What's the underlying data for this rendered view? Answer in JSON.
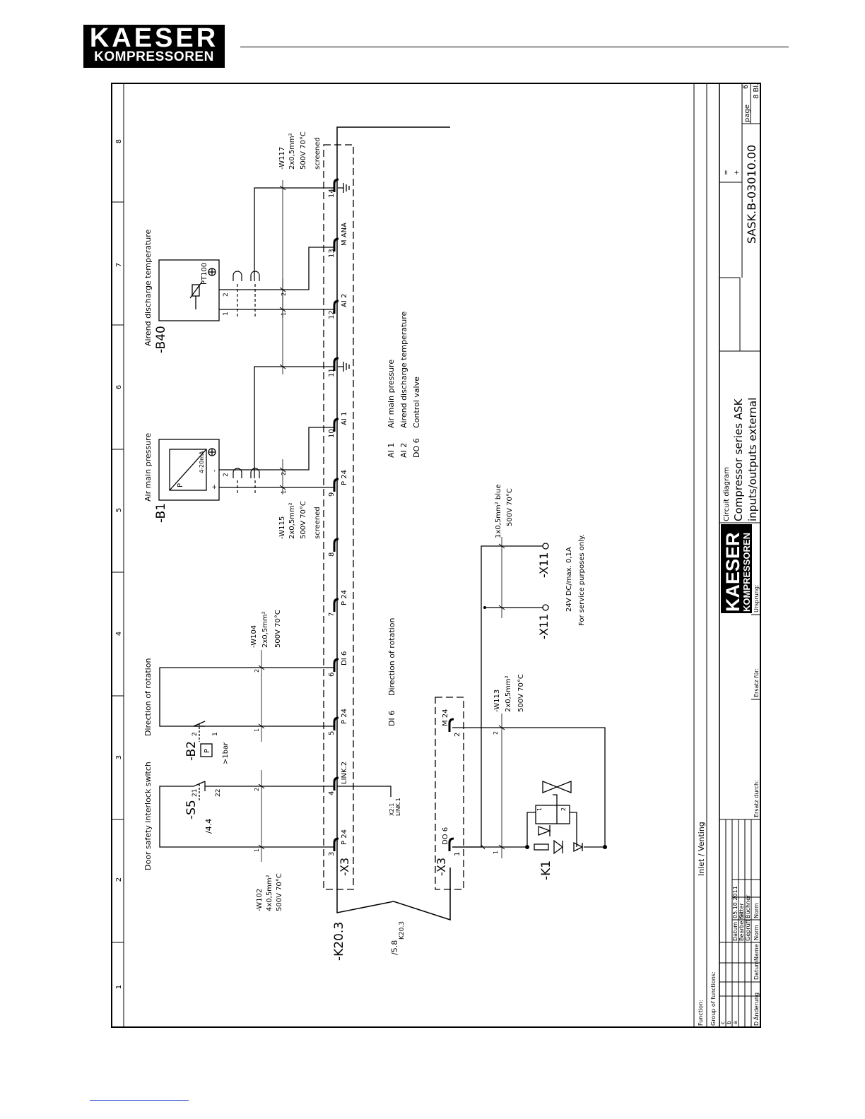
{
  "header": {
    "logo_line1": "KAESER",
    "logo_line2": "KOMPRESSOREN"
  },
  "frame": {
    "columns": [
      "1",
      "2",
      "3",
      "4",
      "5",
      "6",
      "7",
      "8"
    ]
  },
  "devices": {
    "door_switch": {
      "title": "Door safety interlock switch",
      "tag": "-S5",
      "ref": "/4.4",
      "c21": "21",
      "c22": "22"
    },
    "b2": {
      "title": "Direction of rotation",
      "tag": "-B2",
      "c2": "2",
      "c1": "1",
      "setting": ">1bar",
      "symbol": "P"
    },
    "b1": {
      "title": "Air main pressure",
      "tag": "-B1",
      "symbol": "P",
      "range": "4-20mA",
      "plus": "+",
      "minus": "-",
      "core": "2"
    },
    "b40": {
      "title": "Airend discharge temperature",
      "tag": "-B40",
      "sensor": "PT100",
      "c1": "1",
      "c2": "2"
    },
    "k1": {
      "tag": "-K1",
      "c1": "1",
      "c2": "2"
    },
    "k20": {
      "tag": "-K20.3",
      "ref": "/5.8",
      "ref_sub": "K20.3"
    },
    "x3": {
      "tag": "-X3",
      "x2": "X2:1",
      "link1": "LINK.1"
    },
    "x11": {
      "tag1": "-X11",
      "tag2": "-X11",
      "note1": "24V DC/max. 0,1A",
      "note2": "For service purposes only."
    }
  },
  "terminals": [
    {
      "num": "3",
      "label": "P 24"
    },
    {
      "num": "4",
      "label": "LINK.2"
    },
    {
      "num": "5",
      "label": "P 24"
    },
    {
      "num": "6",
      "label": "DI 6"
    },
    {
      "num": "7",
      "label": "P 24"
    },
    {
      "num": "8",
      "label": ""
    },
    {
      "num": "9",
      "label": "P 24"
    },
    {
      "num": "10",
      "label": "AI 1"
    },
    {
      "num": "11",
      "label": ""
    },
    {
      "num": "12",
      "label": "AI 2"
    },
    {
      "num": "13",
      "label": "M ANA"
    },
    {
      "num": "14",
      "label": ""
    }
  ],
  "terminals_lower": [
    {
      "num": "1",
      "label": "DO 6"
    },
    {
      "num": "2",
      "label": "M 24"
    }
  ],
  "cables": {
    "w102": {
      "name": "-W102",
      "spec": "4x0,5mm²",
      "rating": "500V 70°C",
      "core_1": "1",
      "core_2": "2"
    },
    "w104": {
      "name": "-W104",
      "spec": "2x0,5mm²",
      "rating": "500V 70°C",
      "core_1": "1",
      "core_2": "2"
    },
    "w115": {
      "name": "-W115",
      "spec": "2x0,5mm²",
      "rating": "500V 70°C",
      "screen": "screened",
      "core_1": "1",
      "core_2": "2"
    },
    "w117": {
      "name": "-W117",
      "spec": "2x0,5mm²",
      "rating": "500V 70°C",
      "screen": "screened",
      "core_1": "1",
      "core_2": "2"
    },
    "w113": {
      "name": "-W113",
      "spec": "2x0,5mm²",
      "rating": "500V 70°C",
      "core_1": "1",
      "core_2": "2"
    },
    "service": {
      "spec": "1x0,5mm² blue",
      "rating": "500V 70°C"
    }
  },
  "legend": [
    {
      "code": "AI 1",
      "desc": "Air main pressure"
    },
    {
      "code": "AI 2",
      "desc": "Airend discharge temperature"
    },
    {
      "code": "DO 6",
      "desc": "Control valve"
    }
  ],
  "legend2": {
    "code": "DI 6",
    "desc": "Direction of rotation"
  },
  "title_block": {
    "function_label": "Function:",
    "group_label": "Group of functions:",
    "function_value": "Inlet / Venting",
    "rev_rows": [
      "c",
      "b",
      "a"
    ],
    "rev_header": [
      "D",
      "Änderung",
      "Datum",
      "Name",
      "Norm"
    ],
    "datum_label": "Datum",
    "datum_value": "05.10.2011",
    "bearbeiter_label": "Bearbeiter",
    "bearbeiter_value": "Sitter",
    "geprueft_label": "Geprüft",
    "geprueft_value": "Büchner",
    "ersatz_durch": "Ersatz durch:",
    "ersatz_fuer": "Ersatz für:",
    "ursprung": "Ursprung:",
    "logo_line1": "KAESER",
    "logo_line2": "KOMPRESSOREN",
    "doc_type": "Circuit diagram",
    "title1": "Compressor series ASK",
    "title2": "inputs/outputs external",
    "drawing_no": "SASK.B-03010.00",
    "eq": "=",
    "plus": "+",
    "page_label": "page",
    "page_no": "6",
    "sheets": "8 Bl."
  }
}
